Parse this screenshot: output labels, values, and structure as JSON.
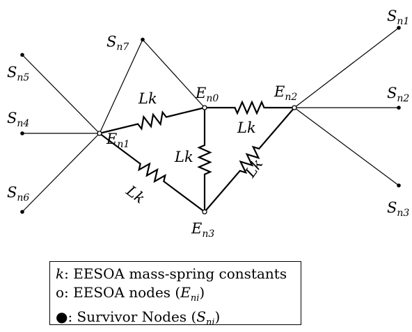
{
  "spring_label": "Lk",
  "survivor_nodes": [
    {
      "base": "S",
      "sub": "n1"
    },
    {
      "base": "S",
      "sub": "n2"
    },
    {
      "base": "S",
      "sub": "n3"
    },
    {
      "base": "S",
      "sub": "n4"
    },
    {
      "base": "S",
      "sub": "n5"
    },
    {
      "base": "S",
      "sub": "n6"
    },
    {
      "base": "S",
      "sub": "n7"
    }
  ],
  "eesoa_nodes": [
    {
      "base": "E",
      "sub": "n0"
    },
    {
      "base": "E",
      "sub": "n1"
    },
    {
      "base": "E",
      "sub": "n2"
    },
    {
      "base": "E",
      "sub": "n3"
    }
  ],
  "legend": {
    "k_symbol": "k",
    "k_text": ": EESOA mass-spring constants",
    "node_symbol": "o",
    "node_text": ": EESOA nodes (",
    "node_var_base": "E",
    "node_var_sub": "ni",
    "node_close": ")",
    "survivor_symbol": "●",
    "survivor_text": ": Survivor Nodes (",
    "survivor_var_base": "S",
    "survivor_var_sub": "ni",
    "survivor_close": ")"
  }
}
